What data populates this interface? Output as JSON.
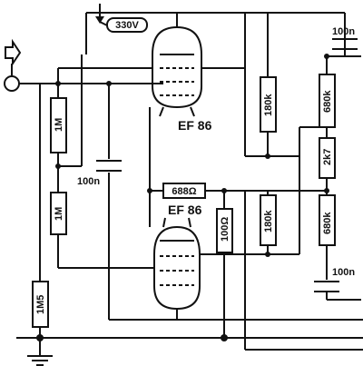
{
  "supply": {
    "voltage": "330V"
  },
  "tubes": {
    "upper": "EF 86",
    "lower": "EF 86"
  },
  "resistors": {
    "r_grid_top": "1M",
    "r_grid_bottom": "1M",
    "r_grid_leak": "1M5",
    "r_plate_upper": "180k",
    "r_plate_lower": "180k",
    "r_cathode": "688Ω",
    "r_cathode_lower": "100Ω",
    "r_right_top": "680k",
    "r_right_mid": "2k7",
    "r_right_bottom": "680k"
  },
  "capacitors": {
    "c_grid": "100n",
    "c_out_top": "100n",
    "c_out_bottom": "100n"
  }
}
